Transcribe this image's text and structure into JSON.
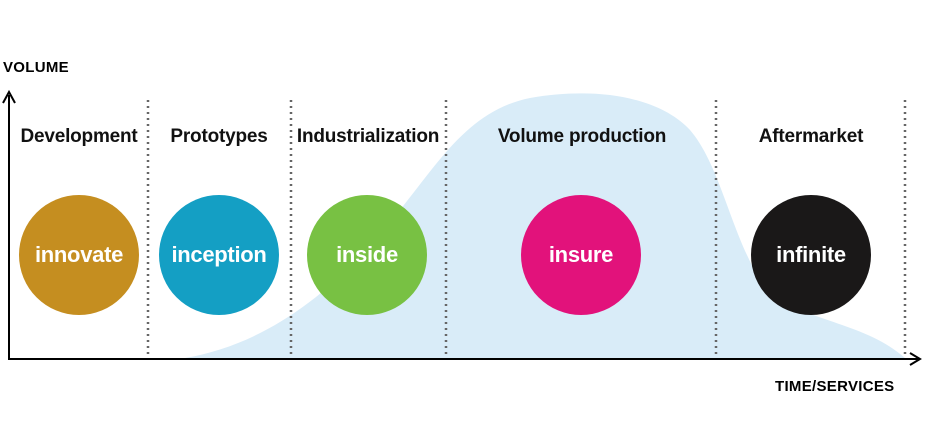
{
  "axes": {
    "y_label": "VOLUME",
    "x_label": "TIME/SERVICES"
  },
  "phases": [
    {
      "label": "Development",
      "stage": "innovate",
      "color": "#c58e20"
    },
    {
      "label": "Prototypes",
      "stage": "inception",
      "color": "#149fc4"
    },
    {
      "label": "Industrialization",
      "stage": "inside",
      "color": "#78c143"
    },
    {
      "label": "Volume production",
      "stage": "insure",
      "color": "#e2127b"
    },
    {
      "label": "Aftermarket",
      "stage": "infinite",
      "color": "#1a1818"
    }
  ],
  "colors": {
    "curve_fill": "#d9ecf8",
    "axis": "#000000",
    "divider": "#666666"
  }
}
